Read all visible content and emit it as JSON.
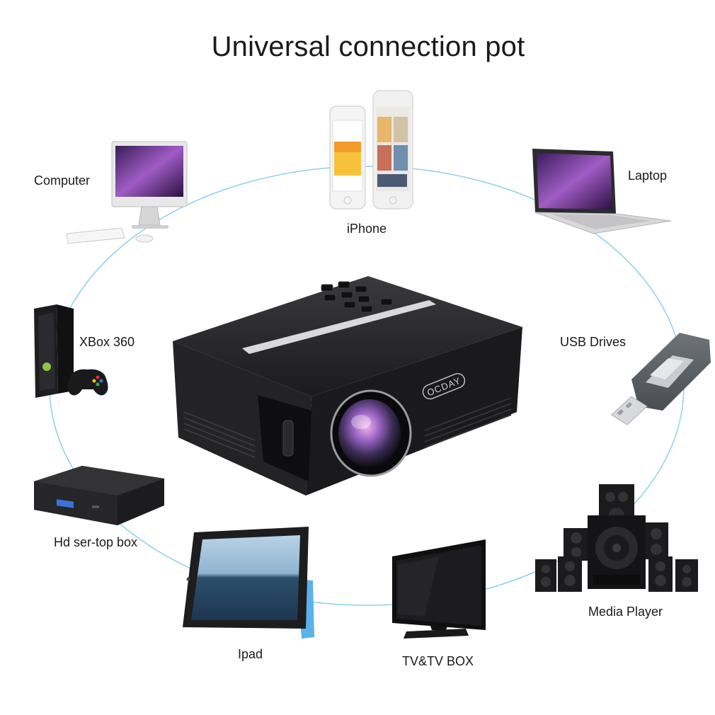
{
  "title": "Universal connection pot",
  "brand_logo": "OCDAY",
  "devices": {
    "computer": "Computer",
    "iphone": "iPhone",
    "laptop": "Laptop",
    "xbox": "XBox 360",
    "usb": "USB Drives",
    "settop": "Hd ser-top box",
    "ipad": "Ipad",
    "tv": "TV&TV BOX",
    "media": "Media Player"
  },
  "colors": {
    "connection_line": "#8fd0ea",
    "projector_body": "#1c1c1e"
  }
}
